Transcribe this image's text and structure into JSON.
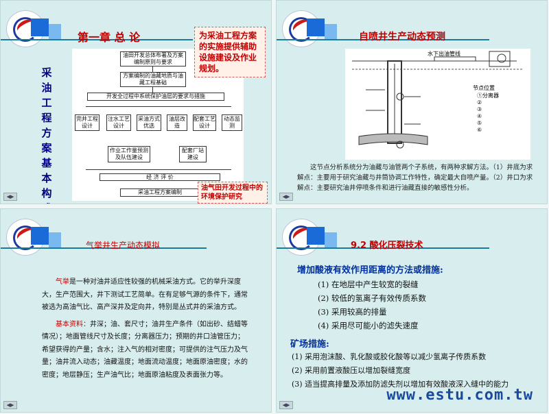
{
  "slide1": {
    "title": "第一章  总 论",
    "vertical_title": "采油工程方案基本构成",
    "note_top": "为采油工程方案的实施提供辅助设施建设及作业规划。",
    "note_bottom": "油气田开发过程中的环境保护研究",
    "flow": {
      "b1": "油田开发总体布署及方案编制原则与要求",
      "b2": "方案编制的油藏地质与油藏工程基础",
      "b3": "开发全过程中系统保护油层的要求与措施",
      "c1": "完井工程设计",
      "c2": "注水工艺设计",
      "c3": "采油方式优选",
      "c4": "油层改造",
      "c5": "配套工艺设计",
      "c6": "动态监测",
      "d1": "作业工作量预测及队伍建设",
      "d2": "配套厂站建设",
      "e1": "经   济   评   价",
      "f1": "采油工程方案编制"
    }
  },
  "slide2": {
    "title": "自喷井生产动态预测",
    "diagram_label": "水下出油管线",
    "node_title": "节点位置",
    "nodes": [
      "①分离器",
      "②",
      "③",
      "④",
      "⑤",
      "⑥"
    ],
    "para": "这节点分析系统分为油藏与油管两个子系统，有两种求解方法。（1）井底为求解点：主要用于研究油藏与井筒协调工作特性，确定最大自喷产量。（2）井口为求解点：主要研究油井停喷条件和进行油藏直接的敏感性分析。"
  },
  "slide3": {
    "title": "气举井生产动态模拟",
    "lead_word": "气举",
    "para1": "是一种对油井适应性较强的机械采油方式。它的举升深度大，生产范围大，井下测试工艺简单。在有足够气源的条件下，通常被选为高油气比、高产深井及定向井，特别是丛式井的采油方式。",
    "label2": "基本资料：",
    "para2": "井深；油、套尺寸；油井生产条件（如出砂、结蜡等情况）；地面管线尺寸及长度；分离器压力；预期的井口油管压力；希望获得的产量；含水；注入气的相对密度；可提供的注气压力及气量；油井流入动态；油藏温度；地面流动温度；地面原油密度；水的密度；地层静压；生产油气比；地面原油粘度及表面张力等。"
  },
  "slide4": {
    "title": "9.2  酸化压裂技术",
    "subtitle": "增加酸液有效作用距离的方法或措施:",
    "items": [
      "(1)  在地层中产生较宽的裂缝",
      "(2)  较低的氢离子有效传质系数",
      "(3)  采用较高的排量",
      "(4)  采用尽可能小的滤失速度"
    ],
    "sub2": "矿场措施:",
    "items2": [
      "(1)  采用泡沫酸、乳化酸或胶化酸等以减少氢离子传质系数",
      "(2)  采用前置液酸压以增加裂缝宽度",
      "(3)  适当提高排量及添加防滤失剂以增加有效酸液深入缝中的能力"
    ],
    "watermark": "www.estu.com.tw"
  }
}
